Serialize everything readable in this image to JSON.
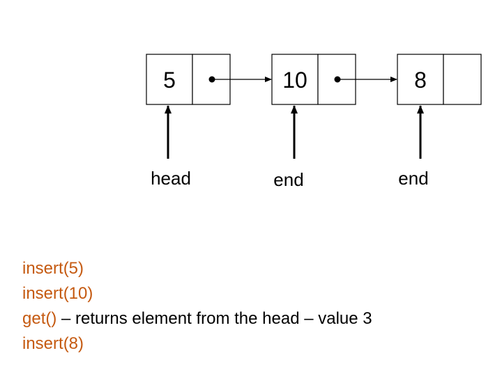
{
  "nodes": [
    {
      "value": "5"
    },
    {
      "value": "10"
    },
    {
      "value": "8"
    }
  ],
  "pointers": [
    {
      "label": "head"
    },
    {
      "label": "end"
    },
    {
      "label": "end"
    }
  ],
  "operations": [
    {
      "call": "insert(5)",
      "note": ""
    },
    {
      "call": "insert(10)",
      "note": ""
    },
    {
      "call": "get()",
      "note": " – returns element from the head – value 3"
    },
    {
      "call": "insert(8)",
      "note": ""
    }
  ],
  "colors": {
    "operation_call": "#c55a11",
    "operation_note": "#000000",
    "stroke": "#000000"
  }
}
